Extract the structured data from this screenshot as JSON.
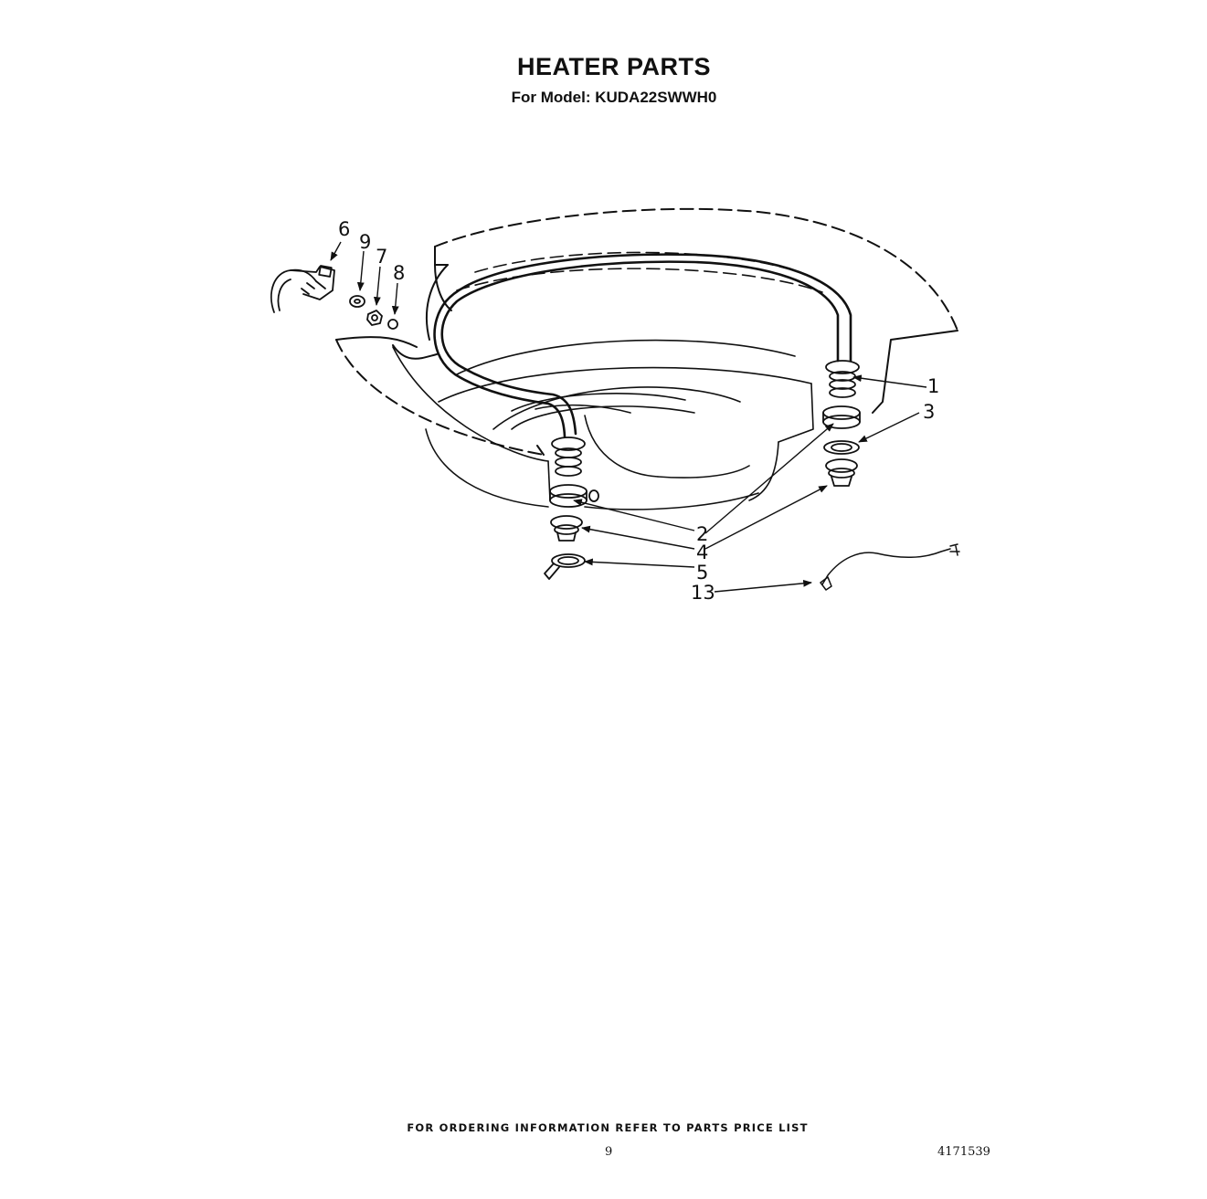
{
  "header": {
    "title": "HEATER PARTS",
    "subtitle": "For Model: KUDA22SWWH0"
  },
  "callouts": {
    "c1": "1",
    "c2": "2",
    "c3": "3",
    "c4": "4",
    "c5": "5",
    "c6": "6",
    "c7": "7",
    "c8": "8",
    "c9": "9",
    "c13": "13"
  },
  "footer": {
    "note": "FOR ORDERING INFORMATION REFER TO PARTS PRICE LIST",
    "page_number": "9",
    "doc_number": "4171539"
  }
}
